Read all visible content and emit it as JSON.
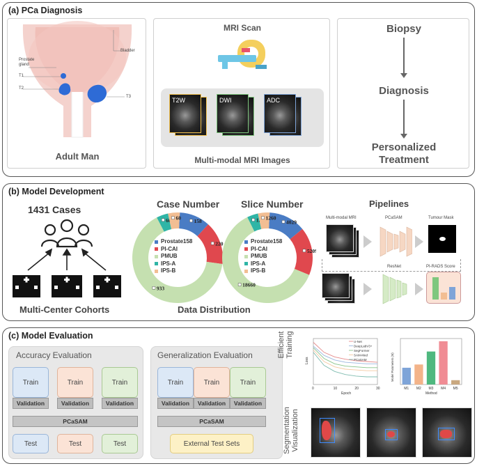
{
  "panel_a": {
    "title": "(a) PCa Diagnosis",
    "anatomy": {
      "bladder": "Bladder",
      "prostate": "Prostate",
      "gland": "gland",
      "t1": "T1",
      "t2": "T2",
      "t3": "T3",
      "caption": "Adult Man"
    },
    "mri": {
      "title": "MRI Scan",
      "modalities": [
        "T2W",
        "DWI",
        "ADC"
      ],
      "caption": "Multi-modal MRI Images"
    },
    "flow": {
      "steps": [
        "Biopsy",
        "Diagnosis",
        "Personalized",
        "Treatment"
      ]
    }
  },
  "panel_b": {
    "title": "(b) Model Development",
    "cases_label": "1431 Cases",
    "cohort_caption": "Multi-Center Cohorts",
    "distribution_caption": "Data Distribution",
    "pipelines_title": "Pipelines",
    "pipeline_labels": {
      "input": "Multi-modal MRI",
      "seg_model": "PCaSAM",
      "seg_out": "Tumour Mask",
      "cls_model": "ResNet",
      "cls_out": "PI-RADS Score"
    },
    "colors": {
      "Prostate158": "#4a7cc4",
      "PI-CAI": "#e0484e",
      "PMUB": "#c5e0b0",
      "IPS-A": "#2fb5a6",
      "IPS-B": "#f2be93"
    }
  },
  "chart_data": [
    {
      "type": "pie",
      "title": "Case Number",
      "categories": [
        "Prostate158",
        "PI-CAI",
        "PMUB",
        "IPS-A",
        "IPS-B"
      ],
      "values": [
        158,
        220,
        933,
        60,
        60
      ]
    },
    {
      "type": "pie",
      "title": "Slice Number",
      "categories": [
        "Prostate158",
        "PI-CAI",
        "PMUB",
        "IPS-A",
        "IPS-B"
      ],
      "values": [
        4029,
        5209,
        18660,
        1200,
        1260
      ]
    },
    {
      "type": "line",
      "title": "",
      "xlabel": "Epoch",
      "ylabel": "Loss",
      "xticks": [
        "0",
        "10",
        "20",
        "30"
      ],
      "series": [
        {
          "name": "U-Net",
          "values": [
            0.55,
            0.42,
            0.36,
            0.33,
            0.31,
            0.3,
            0.29
          ]
        },
        {
          "name": "DeepLabV3+",
          "values": [
            0.5,
            0.38,
            0.32,
            0.29,
            0.28,
            0.27,
            0.27
          ]
        },
        {
          "name": "SegFormer",
          "values": [
            0.48,
            0.34,
            0.27,
            0.24,
            0.23,
            0.22,
            0.22
          ]
        },
        {
          "name": "SAM-Med",
          "values": [
            0.45,
            0.3,
            0.23,
            0.2,
            0.19,
            0.18,
            0.18
          ]
        },
        {
          "name": "PCaSAM",
          "values": [
            0.42,
            0.25,
            0.17,
            0.13,
            0.11,
            0.1,
            0.1
          ]
        }
      ]
    },
    {
      "type": "bar",
      "title": "",
      "xlabel": "Method",
      "ylabel": "Model Parameters (M)",
      "categories": [
        "M1",
        "M2",
        "M3",
        "M4",
        "M5"
      ],
      "values": [
        31,
        37,
        61,
        80,
        8
      ],
      "colors": [
        "#7ea4d8",
        "#f3b389",
        "#4fb87f",
        "#f08c94",
        "#c9a87f"
      ]
    }
  ],
  "panel_c": {
    "title": "(c) Model Evaluation",
    "accuracy_title": "Accuracy  Evaluation",
    "generalization_title": "Generalization Evaluation",
    "train": "Train",
    "validation": "Validation",
    "model": "PCaSAM",
    "test": "Test",
    "external": "External Test Sets",
    "efficient_label_1": "Efficient",
    "efficient_label_2": "Training",
    "seg_label_1": "Segmentation",
    "seg_label_2": "Visualization"
  }
}
